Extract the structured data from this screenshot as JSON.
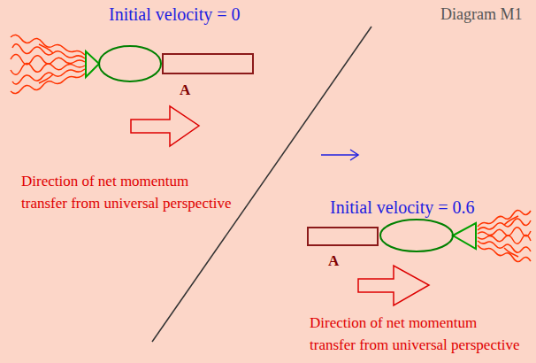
{
  "diagram": {
    "title": "Diagram M1",
    "nodes": [
      {
        "text": [
          "A"
        ]
      },
      {
        "text": [
          "A"
        ]
      }
    ],
    "labels": [
      "Initial velocity = 0",
      "Direction of net momentum transfer from universal perspective",
      "Initial velocity = 0.6",
      "Direction of net momentum transfer from universal perspective"
    ]
  }
}
